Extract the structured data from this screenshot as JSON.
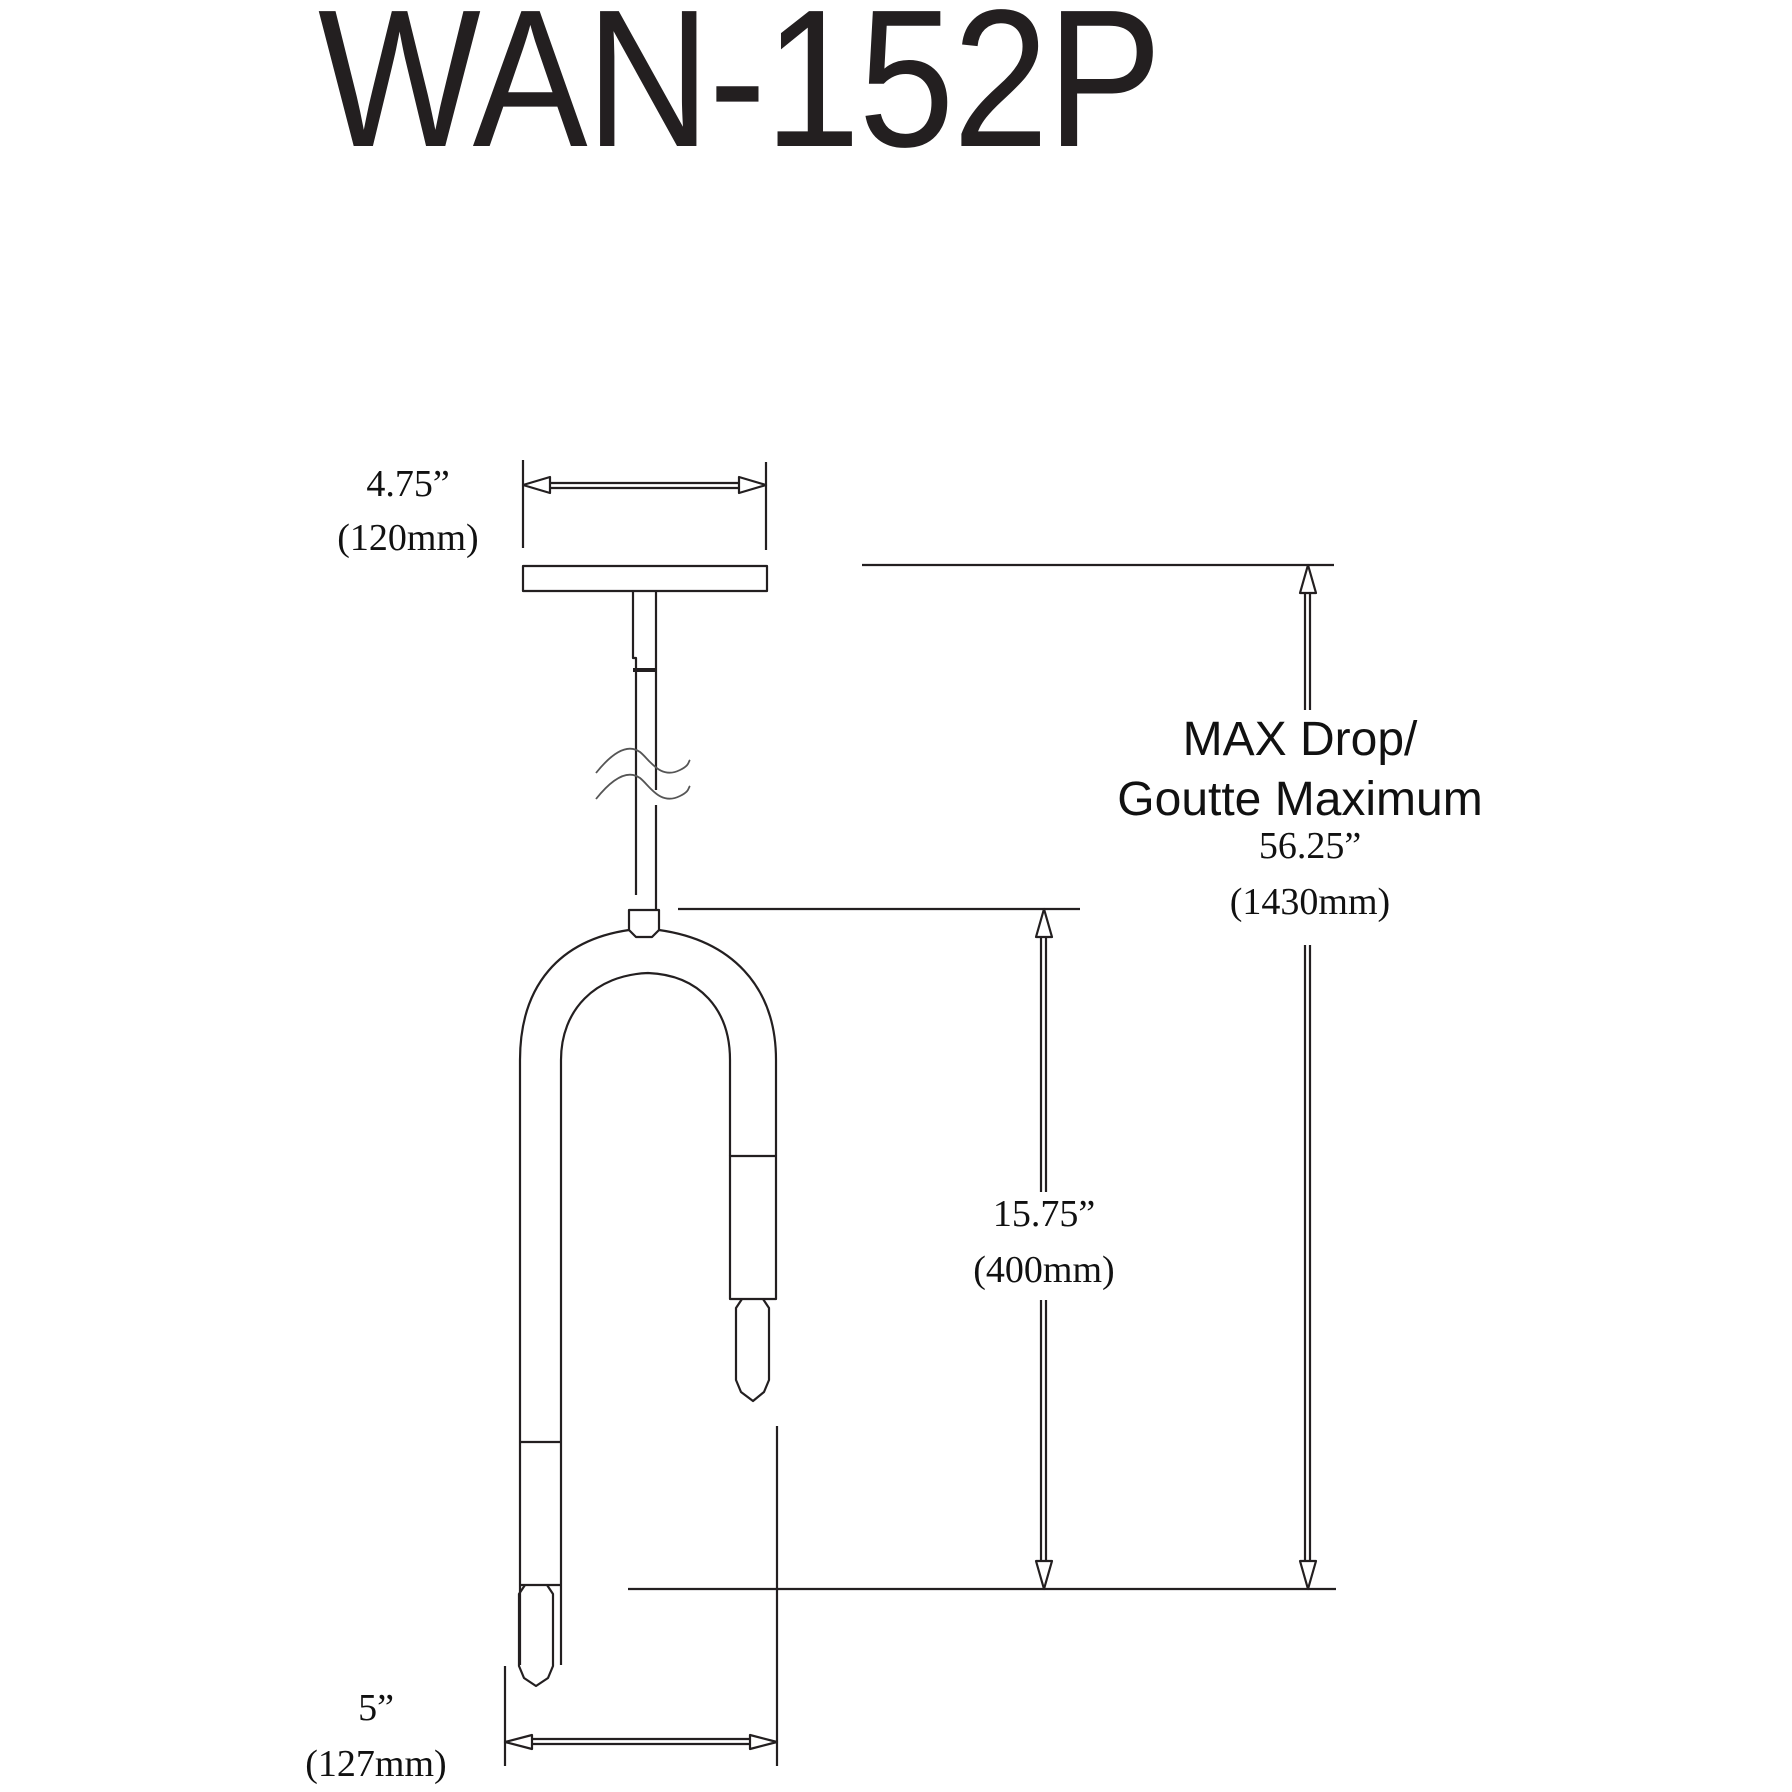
{
  "title": "WAN-152P",
  "dimensions": {
    "canopy_width": {
      "imperial": "4.75”",
      "metric": "(120mm)"
    },
    "max_drop": {
      "label_line1": "MAX Drop/",
      "label_line2": "Goutte Maximum",
      "imperial": "56.25”",
      "metric": "(1430mm)"
    },
    "fixture_height": {
      "imperial": "15.75”",
      "metric": "(400mm)"
    },
    "fixture_width": {
      "imperial": "5”",
      "metric": "(127mm)"
    }
  },
  "colors": {
    "line": "#231f20",
    "background": "#ffffff"
  }
}
